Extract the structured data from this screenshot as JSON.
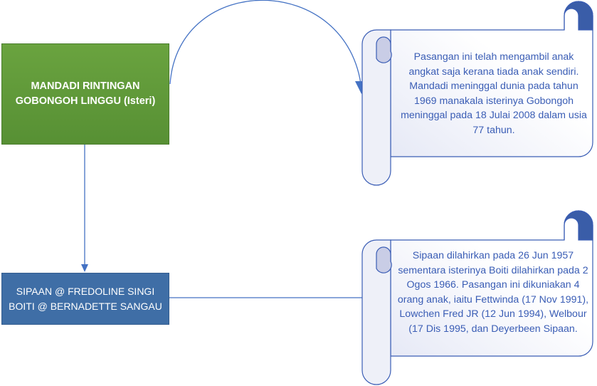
{
  "nodes": {
    "parents": {
      "line1": "MANDADI RINTINGAN",
      "line2": "GOBONGOH LINGGU (Isteri)",
      "color": "#5f9a3a"
    },
    "couple": {
      "line1": "SIPAAN @ FREDOLINE SINGI",
      "line2": "BOITI @ BERNADETTE SANGAU",
      "color": "#3f6ea6"
    }
  },
  "notes": {
    "parents_note": "Pasangan ini telah mengambil anak angkat saja kerana tiada anak sendiri. Mandadi meninggal dunia pada tahun 1969 manakala isterinya Gobongoh meninggal pada 18 Julai 2008 dalam usia 77 tahun.",
    "couple_note": "Sipaan dilahirkan pada 26 Jun 1957 sementara isterinya Boiti dilahirkan pada 2 Ogos 1966. Pasangan ini dikuniakan 4 orang anak, iaitu Fettwinda (17 Nov 1991), Lowchen Fred JR (12 Jun 1994), Welbour (17 Dis 1995, dan Deyerbeen Sipaan."
  },
  "colors": {
    "connector": "#4472c4",
    "scroll_border": "#3a5db5",
    "scroll_curl": "#3a5da8"
  }
}
